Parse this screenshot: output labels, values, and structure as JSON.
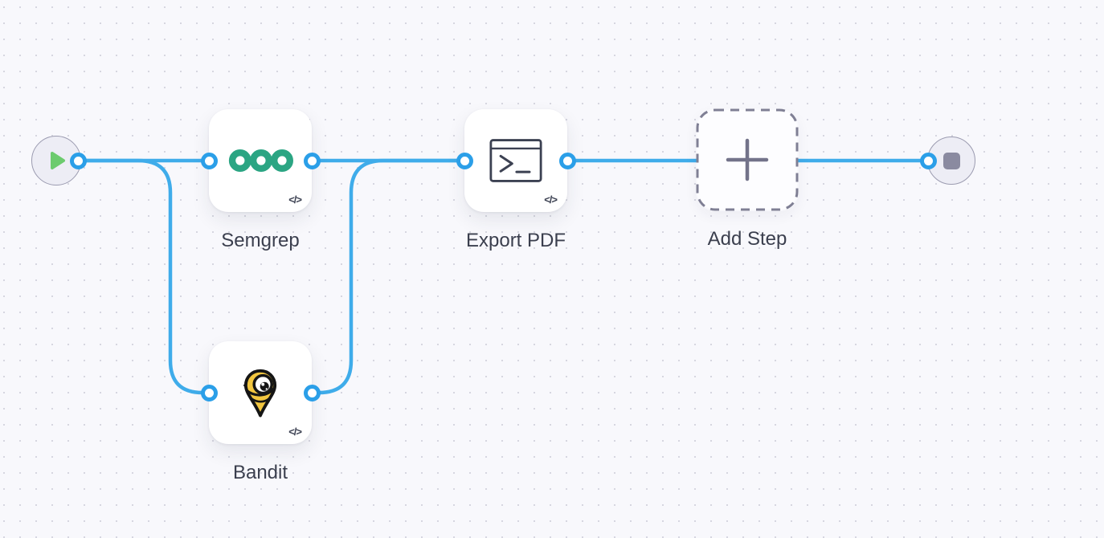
{
  "app": {
    "view": "workflow-canvas"
  },
  "canvas": {
    "background": "#F8F8FC",
    "dot_color": "#D6D6E0"
  },
  "colors": {
    "edge_blue": "#3FACEA",
    "port_ring_blue": "#2B9FE8",
    "semgrep_green": "#2BA583",
    "play_green": "#6CCB6E",
    "stop_gray": "#8A8AA0",
    "label_text": "#3B3F4E",
    "dashed_border": "#7F7F94",
    "icon_dark": "#3C4152",
    "bandit_yellow": "#F2C63F"
  },
  "nodes": {
    "start": {
      "type": "start-trigger",
      "icon": "play-icon"
    },
    "semgrep": {
      "label": "Semgrep",
      "icon": "semgrep-logo",
      "badge": "</>"
    },
    "bandit": {
      "label": "Bandit",
      "icon": "bandit-logo",
      "badge": "</>"
    },
    "export_pdf": {
      "label": "Export PDF",
      "icon": "terminal-icon",
      "badge": "</>"
    },
    "add_step": {
      "label": "Add Step",
      "icon": "plus-icon"
    },
    "end": {
      "type": "end-terminator",
      "icon": "stop-icon"
    }
  },
  "edges": [
    {
      "from": "start",
      "to": "semgrep"
    },
    {
      "from": "start",
      "to": "bandit"
    },
    {
      "from": "semgrep",
      "to": "export_pdf"
    },
    {
      "from": "bandit",
      "to": "export_pdf"
    },
    {
      "from": "export_pdf",
      "to": "end"
    }
  ]
}
